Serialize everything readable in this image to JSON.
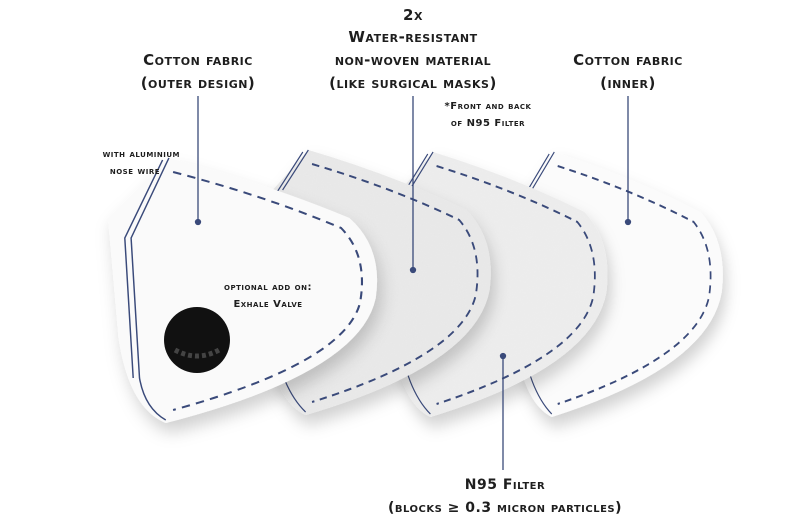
{
  "labels": {
    "count": "2x",
    "water_resistant": [
      "Water-resistant",
      "non-woven material",
      "(like surgical masks)"
    ],
    "outer": [
      "Cotton fabric",
      "(outer design)"
    ],
    "inner": [
      "Cotton fabric",
      "(inner)"
    ],
    "front_back": [
      "*Front and back",
      "of N95 Filter"
    ],
    "nose_wire": [
      "with aluminium",
      "nose wire"
    ],
    "valve": [
      "optional add on:",
      "Exhale Valve"
    ],
    "n95": [
      "N95 Filter",
      "(blocks ≥ 0.3 micron particles)"
    ]
  },
  "colors": {
    "stitch": "#3a4a7a",
    "text": "#1e1e1e",
    "filter": "#e6e6e6",
    "valve": "#111111"
  }
}
